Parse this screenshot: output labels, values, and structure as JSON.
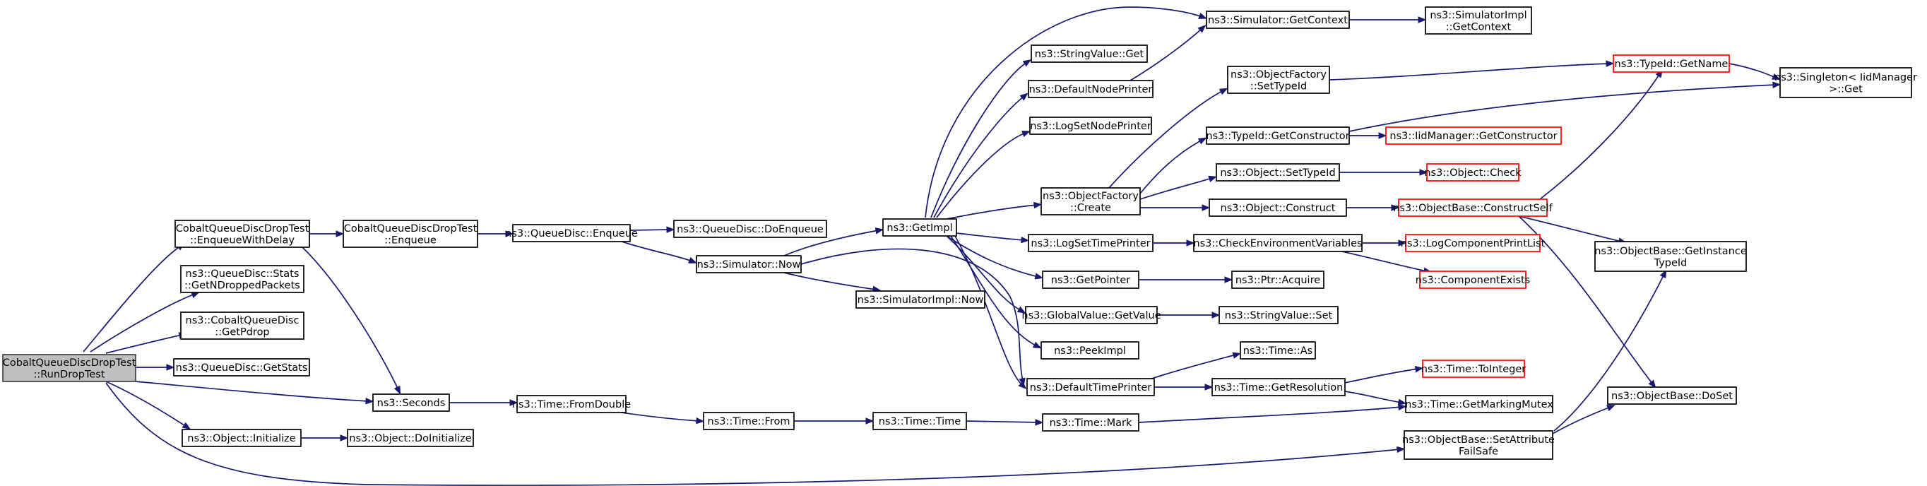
{
  "graph": {
    "nodes": [
      {
        "id": "root",
        "lines": [
          "CobaltQueueDiscDropTest",
          "::RunDropTest"
        ],
        "root": true
      },
      {
        "id": "enqWithDelay",
        "lines": [
          "CobaltQueueDiscDropTest",
          "::EnqueueWithDelay"
        ]
      },
      {
        "id": "getNDropped",
        "lines": [
          "ns3::QueueDisc::Stats",
          "::GetNDroppedPackets"
        ]
      },
      {
        "id": "getPdrop",
        "lines": [
          "ns3::CobaltQueueDisc",
          "::GetPdrop"
        ]
      },
      {
        "id": "getStats",
        "lines": [
          "ns3::QueueDisc::GetStats"
        ]
      },
      {
        "id": "objInit",
        "lines": [
          "ns3::Object::Initialize"
        ]
      },
      {
        "id": "testEnqueue",
        "lines": [
          "CobaltQueueDiscDropTest",
          "::Enqueue"
        ]
      },
      {
        "id": "seconds",
        "lines": [
          "ns3::Seconds"
        ]
      },
      {
        "id": "doInit",
        "lines": [
          "ns3::Object::DoInitialize"
        ]
      },
      {
        "id": "qdEnqueue",
        "lines": [
          "ns3::QueueDisc::Enqueue"
        ]
      },
      {
        "id": "fromDouble",
        "lines": [
          "ns3::Time::FromDouble"
        ]
      },
      {
        "id": "doEnqueue",
        "lines": [
          "ns3::QueueDisc::DoEnqueue"
        ]
      },
      {
        "id": "simNow",
        "lines": [
          "ns3::Simulator::Now"
        ]
      },
      {
        "id": "timeFrom",
        "lines": [
          "ns3::Time::From"
        ]
      },
      {
        "id": "getImpl",
        "lines": [
          "ns3::GetImpl"
        ]
      },
      {
        "id": "simImplNow",
        "lines": [
          "ns3::SimulatorImpl::Now"
        ]
      },
      {
        "id": "timeTime",
        "lines": [
          "ns3::Time::Time"
        ]
      },
      {
        "id": "stringValueGet",
        "lines": [
          "ns3::StringValue::Get"
        ]
      },
      {
        "id": "defNodePrinter",
        "lines": [
          "ns3::DefaultNodePrinter"
        ]
      },
      {
        "id": "logSetNodePrinter",
        "lines": [
          "ns3::LogSetNodePrinter"
        ]
      },
      {
        "id": "objFactoryCreate",
        "lines": [
          "ns3::ObjectFactory",
          "::Create"
        ]
      },
      {
        "id": "logSetTimePrinter",
        "lines": [
          "ns3::LogSetTimePrinter"
        ]
      },
      {
        "id": "getPointer",
        "lines": [
          "ns3::GetPointer"
        ]
      },
      {
        "id": "globalValueGet",
        "lines": [
          "ns3::GlobalValue::GetValue"
        ]
      },
      {
        "id": "peekImpl",
        "lines": [
          "ns3::PeekImpl"
        ]
      },
      {
        "id": "defTimePrinter",
        "lines": [
          "ns3::DefaultTimePrinter"
        ]
      },
      {
        "id": "timeMark",
        "lines": [
          "ns3::Time::Mark"
        ]
      },
      {
        "id": "simGetContext",
        "lines": [
          "ns3::Simulator::GetContext"
        ]
      },
      {
        "id": "objFactorySetTypeId",
        "lines": [
          "ns3::ObjectFactory",
          "::SetTypeId"
        ]
      },
      {
        "id": "typeIdGetCtor",
        "lines": [
          "ns3::TypeId::GetConstructor"
        ]
      },
      {
        "id": "objSetTypeId",
        "lines": [
          "ns3::Object::SetTypeId"
        ]
      },
      {
        "id": "objConstruct",
        "lines": [
          "ns3::Object::Construct"
        ]
      },
      {
        "id": "checkEnv",
        "lines": [
          "ns3::CheckEnvironmentVariables"
        ]
      },
      {
        "id": "ptrAcquire",
        "lines": [
          "ns3::Ptr::Acquire"
        ]
      },
      {
        "id": "stringValueSet",
        "lines": [
          "ns3::StringValue::Set"
        ]
      },
      {
        "id": "timeAs",
        "lines": [
          "ns3::Time::As"
        ]
      },
      {
        "id": "timeGetRes",
        "lines": [
          "ns3::Time::GetResolution"
        ]
      },
      {
        "id": "simImplGetContext",
        "lines": [
          "ns3::SimulatorImpl",
          "::GetContext"
        ]
      },
      {
        "id": "typeIdGetName",
        "lines": [
          "ns3::TypeId::GetName"
        ],
        "truncated": true
      },
      {
        "id": "iidMgrGetCtor",
        "lines": [
          "ns3::IidManager::GetConstructor"
        ],
        "truncated": true
      },
      {
        "id": "objCheck",
        "lines": [
          "ns3::Object::Check"
        ],
        "truncated": true
      },
      {
        "id": "constructSelf",
        "lines": [
          "ns3::ObjectBase::ConstructSelf"
        ],
        "truncated": true
      },
      {
        "id": "logCompPrintList",
        "lines": [
          "ns3::LogComponentPrintList"
        ],
        "truncated": true
      },
      {
        "id": "compExists",
        "lines": [
          "ns3::ComponentExists"
        ],
        "truncated": true
      },
      {
        "id": "timeToInteger",
        "lines": [
          "ns3::Time::ToInteger"
        ],
        "truncated": true
      },
      {
        "id": "getMarkingMutex",
        "lines": [
          "ns3::Time::GetMarkingMutex"
        ]
      },
      {
        "id": "setAttrFailSafe",
        "lines": [
          "ns3::ObjectBase::SetAttribute",
          "FailSafe"
        ]
      },
      {
        "id": "singletonGet",
        "lines": [
          "ns3::Singleton< IidManager",
          " >::Get"
        ]
      },
      {
        "id": "getInstanceTypeId",
        "lines": [
          "ns3::ObjectBase::GetInstance",
          "TypeId"
        ]
      },
      {
        "id": "doSet",
        "lines": [
          "ns3::ObjectBase::DoSet"
        ]
      }
    ],
    "colors": {
      "edge": "#191970",
      "root_fill": "#bfbfbf",
      "truncated_border": "#ff0000"
    }
  }
}
